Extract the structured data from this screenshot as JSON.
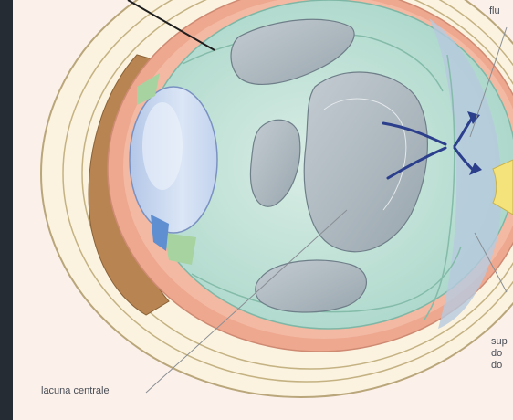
{
  "diagram": {
    "labels": {
      "top_right": "flu",
      "bottom_right": "sup\ndo\ndo",
      "bottom_left": "lacuna centrale"
    },
    "colors": {
      "background": "#fbf0ea",
      "sclera": "#fbf3df",
      "choroid": "#eda88f",
      "vitreous": "#bfe2d6",
      "lens": "#c9d8ef",
      "arrows": "#2c3f8c",
      "side_bar": "#262c33"
    }
  }
}
